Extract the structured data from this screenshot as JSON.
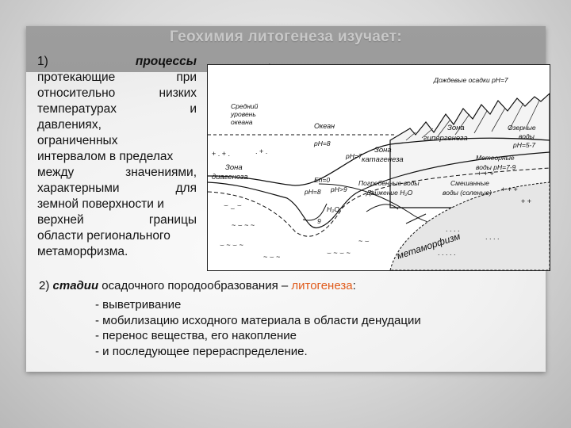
{
  "title": "Геохимия литогенеза изучает:",
  "comma": ",",
  "left_text": {
    "lines": [
      [
        "1)",
        "процессы"
      ],
      [
        "протекающие",
        "при"
      ],
      [
        "относительно",
        "низких"
      ],
      [
        "температурах",
        "и"
      ],
      [
        "давлениях,"
      ],
      [
        "ограниченных"
      ],
      [
        "интервалом в пределах"
      ],
      [
        "между",
        "значениями,"
      ],
      [
        "характерными",
        "для"
      ],
      [
        "земной поверхности и"
      ],
      [
        "верхней",
        "границы"
      ],
      [
        "области регионального"
      ],
      [
        "метаморфизма."
      ]
    ]
  },
  "figure": {
    "rain_label": "Дождевые осадки pH=7",
    "sea_level_label": [
      "Средний",
      "уровень",
      "океана"
    ],
    "ocean": "Океан",
    "ph8_ocean": "pH=8",
    "ph7": "pH=7",
    "hypergenesis_zone": [
      "Зона",
      "гипергенеза"
    ],
    "lake_waters": [
      "Озерные",
      "воды",
      "pH=5-7"
    ],
    "catagenesis_zone": [
      "Зона",
      "катагенеза"
    ],
    "meteoric_waters": [
      "Метеорные",
      "воды pH=7-9"
    ],
    "diagenesis_zone": [
      "Зона",
      "диагенеза"
    ],
    "eh0": "Eh=0",
    "ph8_lower": "pH=8",
    "ph9": "pH>9",
    "buried_waters": [
      "Погребенные воды",
      "Движение H₂O"
    ],
    "mixed_waters": [
      "Смешанные",
      "воды (соленые)"
    ],
    "h2o": "H₂O",
    "nine": "9",
    "metamorphism": "метаморфизм"
  },
  "stage": {
    "prefix": "2) ",
    "emph": "стадии",
    "middle": " осадочного породообразования – ",
    "highlight": "литогенеза",
    "suffix": ":"
  },
  "bullets": [
    "- выветривание",
    "- мобилизацию исходного материала в области денудации",
    "-  перенос вещества, его накопление",
    "-  и последующее перераспределение."
  ]
}
